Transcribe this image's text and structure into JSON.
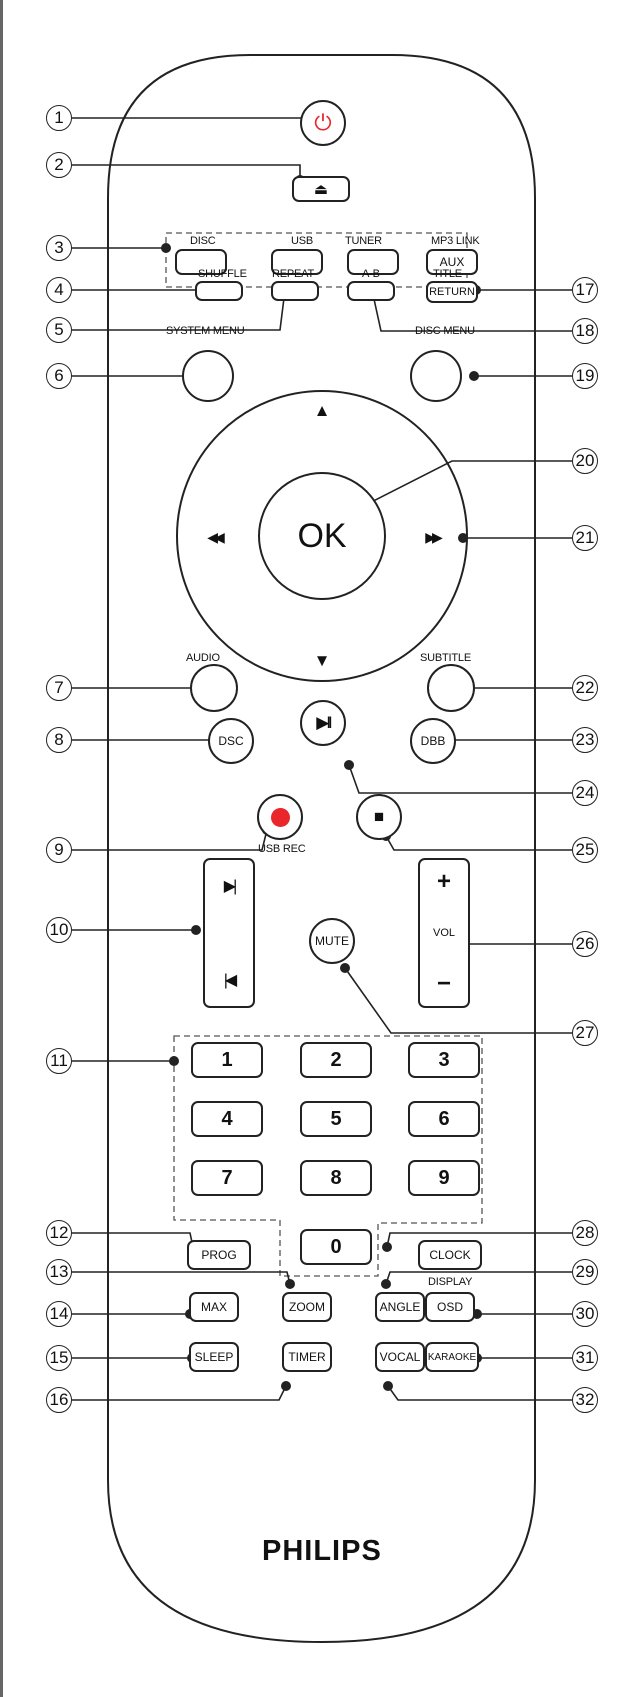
{
  "callouts": [
    "1",
    "2",
    "3",
    "4",
    "5",
    "6",
    "7",
    "8",
    "9",
    "10",
    "11",
    "12",
    "13",
    "14",
    "15",
    "16",
    "17",
    "18",
    "19",
    "20",
    "21",
    "22",
    "23",
    "24",
    "25",
    "26",
    "27",
    "28",
    "29",
    "30",
    "31",
    "32"
  ],
  "labels": {
    "disc": "DISC",
    "usb": "USB",
    "tuner": "TUNER",
    "mp3link": "MP3 LINK",
    "shuffle": "SHUFFLE",
    "repeat": "REPEAT",
    "ab": "A-B",
    "title": "TITLE",
    "system_menu": "SYSTEM MENU",
    "disc_menu": "DISC MENU",
    "audio": "AUDIO",
    "subtitle": "SUBTITLE",
    "usb_rec": "USB REC",
    "display": "DISPLAY"
  },
  "buttons": {
    "aux": "AUX",
    "return": "RETURN",
    "ok": "OK",
    "dsc": "DSC",
    "dbb": "DBB",
    "mute": "MUTE",
    "vol": "VOL",
    "vol_plus": "+",
    "vol_minus": "−",
    "prog": "PROG",
    "clock": "CLOCK",
    "zoom": "ZOOM",
    "angle": "ANGLE",
    "max": "MAX",
    "osd": "OSD",
    "sleep": "SLEEP",
    "timer": "TIMER",
    "vocal": "VOCAL",
    "karaoke": "KARAOKE"
  },
  "digits": [
    "1",
    "2",
    "3",
    "4",
    "5",
    "6",
    "7",
    "8",
    "9",
    "0"
  ],
  "icons": {
    "power": "⏻",
    "eject": "⏏",
    "up": "▲",
    "down": "▼",
    "rewind": "◀◀",
    "forward": "▶▶",
    "play_pause": "▶II",
    "stop": "■",
    "next": "▶|",
    "prev": "|◀"
  },
  "brand": "PHILIPS",
  "colors": {
    "power": "#e8262b",
    "rec": "#e8262b"
  }
}
